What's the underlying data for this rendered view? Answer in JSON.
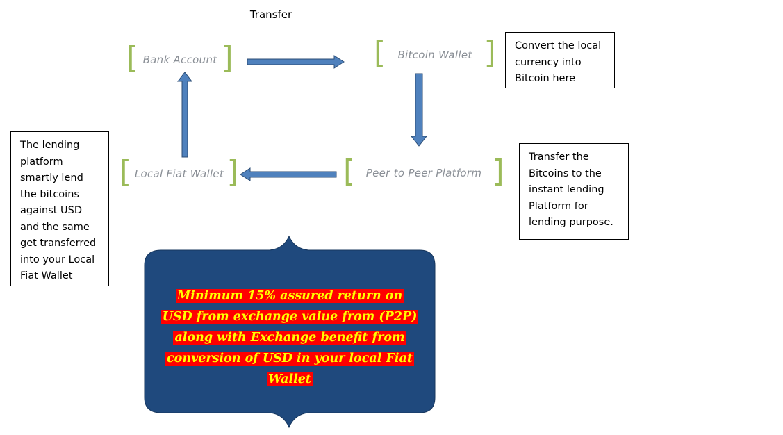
{
  "title": "Transfer",
  "nodes": {
    "bank": "Bank Account",
    "bitcoin": "Bitcoin Wallet",
    "p2p": "Peer to Peer Platform",
    "fiat": "Local Fiat Wallet"
  },
  "notes": {
    "convert": [
      "Convert the local",
      "currency into",
      "Bitcoin here"
    ],
    "transfer": [
      "Transfer the",
      "Bitcoins to the",
      "instant lending",
      "Platform for",
      "lending purpose."
    ],
    "lending": [
      "The lending",
      "platform",
      "smartly lend",
      "the bitcoins",
      "against USD",
      "and the same",
      "get transferred",
      "into your Local",
      "Fiat Wallet"
    ]
  },
  "callout": {
    "lines": [
      "Minimum 15% assured return on",
      "USD from exchange value from (P2P)",
      "along with Exchange benefit from",
      "conversion of USD in your local Fiat",
      "Wallet"
    ]
  },
  "colors": {
    "arrow": "#4f81bd",
    "arrow_edge": "#2c4d75",
    "bracket": "#9bbb59",
    "callout_fill": "#1f497d",
    "highlight": "#ff0000",
    "callout_text": "#ffff00"
  }
}
